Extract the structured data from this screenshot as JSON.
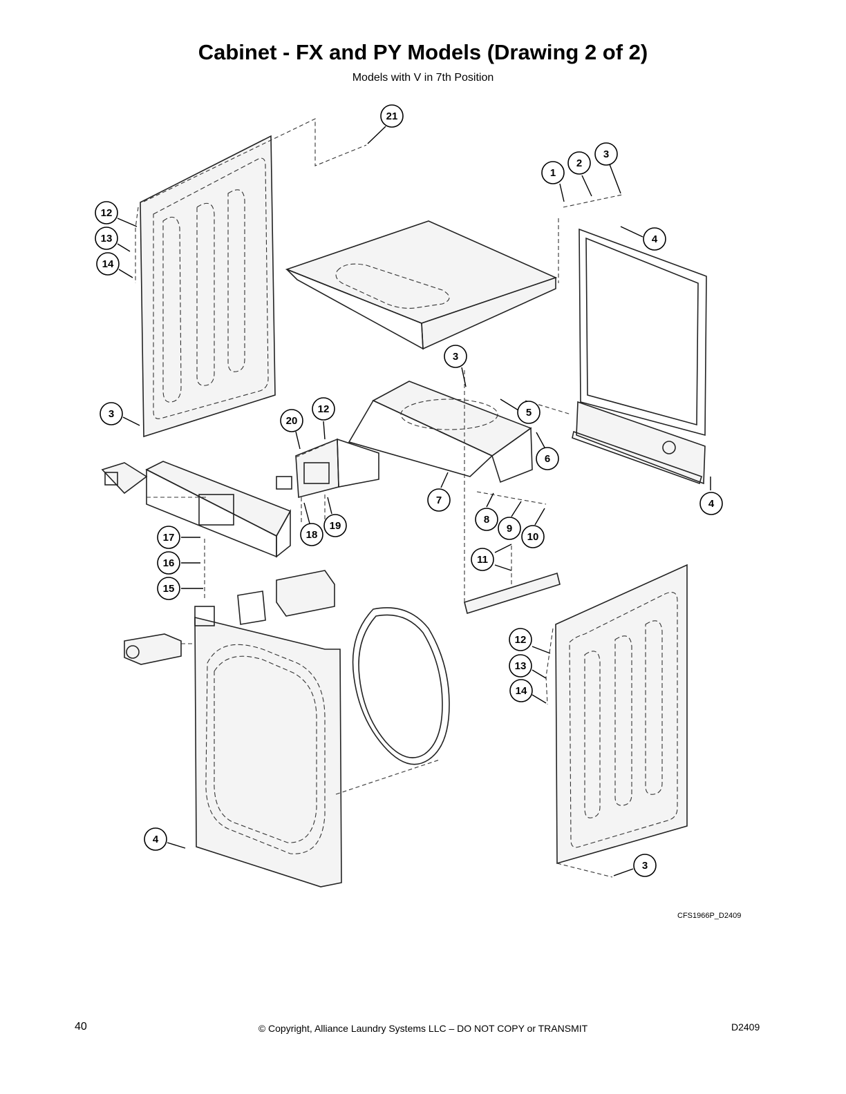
{
  "header": {
    "title": "Cabinet - FX and PY Models (Drawing 2 of 2)",
    "subtitle": "Models with V in 7th Position"
  },
  "diagram": {
    "callouts": [
      {
        "id": "c21",
        "label": "21"
      },
      {
        "id": "c1",
        "label": "1"
      },
      {
        "id": "c2",
        "label": "2"
      },
      {
        "id": "c3a",
        "label": "3"
      },
      {
        "id": "c4a",
        "label": "4"
      },
      {
        "id": "c12a",
        "label": "12"
      },
      {
        "id": "c13a",
        "label": "13"
      },
      {
        "id": "c14a",
        "label": "14"
      },
      {
        "id": "c3b",
        "label": "3"
      },
      {
        "id": "c3c",
        "label": "3"
      },
      {
        "id": "c5",
        "label": "5"
      },
      {
        "id": "c6",
        "label": "6"
      },
      {
        "id": "c20",
        "label": "20"
      },
      {
        "id": "c12b",
        "label": "12"
      },
      {
        "id": "c7",
        "label": "7"
      },
      {
        "id": "c4b",
        "label": "4"
      },
      {
        "id": "c8",
        "label": "8"
      },
      {
        "id": "c9",
        "label": "9"
      },
      {
        "id": "c10",
        "label": "10"
      },
      {
        "id": "c18",
        "label": "18"
      },
      {
        "id": "c19",
        "label": "19"
      },
      {
        "id": "c17",
        "label": "17"
      },
      {
        "id": "c16",
        "label": "16"
      },
      {
        "id": "c15",
        "label": "15"
      },
      {
        "id": "c11",
        "label": "11"
      },
      {
        "id": "c12c",
        "label": "12"
      },
      {
        "id": "c13b",
        "label": "13"
      },
      {
        "id": "c14b",
        "label": "14"
      },
      {
        "id": "c4c",
        "label": "4"
      },
      {
        "id": "c3d",
        "label": "3"
      }
    ]
  },
  "footer": {
    "drawing_code": "CFS1966P_D2409",
    "page_number": "40",
    "copyright": "© Copyright, Alliance Laundry Systems LLC – DO NOT COPY or TRANSMIT",
    "doc_code": "D2409"
  }
}
